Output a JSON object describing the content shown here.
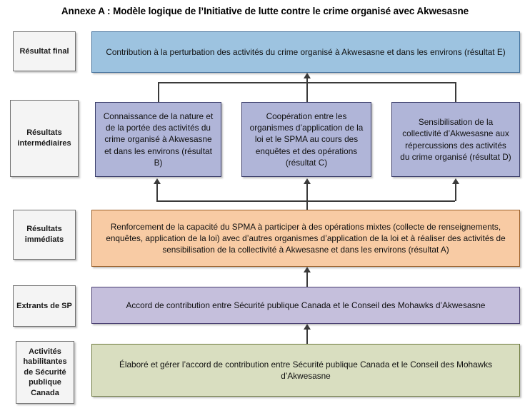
{
  "title": "Annexe A : Modèle logique de l’Initiative de lutte contre le crime organisé avec Akwesasne",
  "categories": [
    {
      "key": "final",
      "label": "Résultat final"
    },
    {
      "key": "intermediate",
      "label": "Résultats intermédiaires"
    },
    {
      "key": "immediate",
      "label": "Résultats immédiats"
    },
    {
      "key": "outputs",
      "label": "Extrants de SP"
    },
    {
      "key": "activities",
      "label": "Activités habilitantes de Sécurité publique Canada"
    }
  ],
  "boxes": {
    "final": {
      "text": "Contribution à la perturbation des activités du crime organisé à Akwesasne et dans les environs (résultat E)",
      "color": "#9dc3e0"
    },
    "intermediate": [
      {
        "id": "outcome-b",
        "text": "Connaissance de la nature et de la portée des activités du crime organisé à Akwesasne et dans les environs (résultat B)",
        "color": "#b0b5d8"
      },
      {
        "id": "outcome-c",
        "text": "Coopération entre les organismes d’application de la loi et le SPMA au cours des enquêtes et des opérations (résultat C)",
        "color": "#b0b5d8"
      },
      {
        "id": "outcome-d",
        "text": "Sensibilisation de la collectivité d’Akwesasne aux répercussions des activités du crime organisé (résultat D)",
        "color": "#b0b5d8"
      }
    ],
    "immediate": {
      "text": "Renforcement de la capacité du SPMA à participer à des opérations mixtes (collecte de renseignements, enquêtes, application de la loi) avec d’autres organismes d’application de la loi et à réaliser des activités de sensibilisation de la collectivité à Akwesasne et dans les environs (résultat A)",
      "color": "#f8cba4"
    },
    "outputs": {
      "text": "Accord de contribution entre Sécurité publique Canada et le Conseil des Mohawks d’Akwesasne",
      "color": "#c5bfdc"
    },
    "activities": {
      "text": "Élaboré et gérer l’accord de contribution entre Sécurité publique Canada et le Conseil des Mohawks d’Akwesasne",
      "color": "#d9dec0"
    }
  },
  "connectors": {
    "arrow_color": "#3a3a3a",
    "flow": "bottom-up"
  }
}
